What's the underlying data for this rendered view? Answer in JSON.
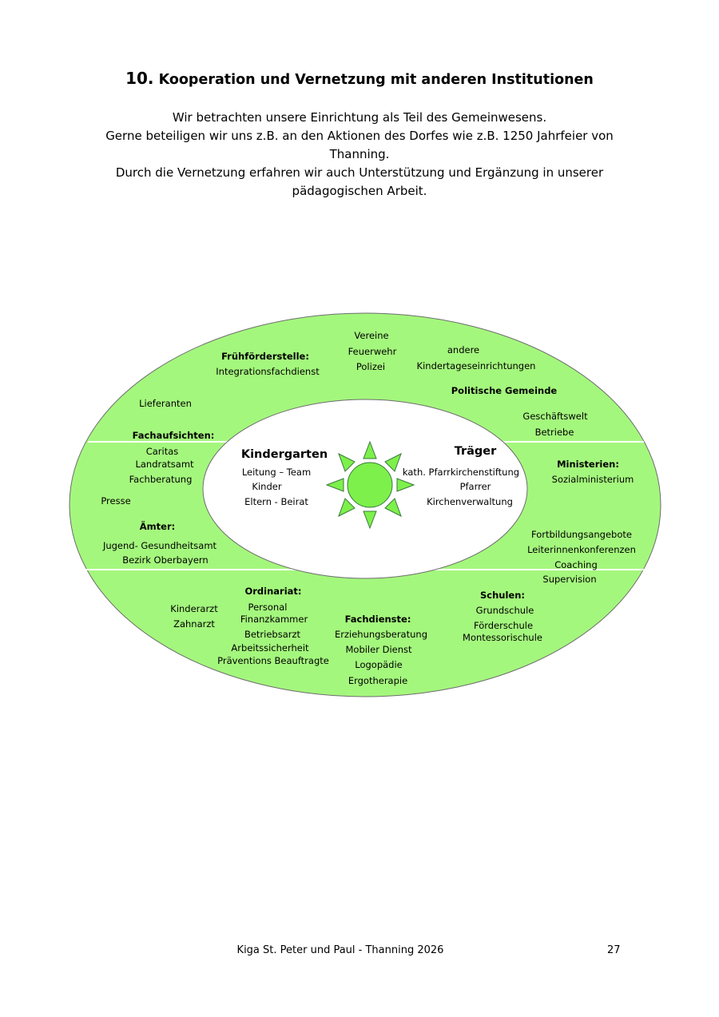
{
  "header": {
    "number": "10.",
    "title": "Kooperation und Vernetzung mit anderen Institutionen"
  },
  "intro": [
    "Wir betrachten unsere Einrichtung als Teil des Gemeinwesens.",
    "Gerne beteiligen wir uns z.B. an den Aktionen des Dorfes wie z.B. 1250 Jahrfeier von",
    "Thanning.",
    "Durch die Vernetzung erfahren wir auch Unterstützung und Ergänzung in unserer",
    "pädagogischen Arbeit."
  ],
  "colors": {
    "outer_ring": "#a4f77d",
    "sun": "#7df04c",
    "outline": "#6d6d6d"
  },
  "diagram": {
    "center": {
      "kindergarten": {
        "title": "Kindergarten",
        "items": [
          "Leitung – Team",
          "Kinder",
          "Eltern - Beirat"
        ]
      },
      "traeger": {
        "title": "Träger",
        "items": [
          "kath. Pfarrkirchenstiftung",
          "Pfarrer",
          "Kirchenverwaltung"
        ]
      },
      "sun_icon": "sun-icon"
    },
    "ring": {
      "vereine": [
        "Vereine",
        "Feuerwehr",
        "Polizei"
      ],
      "fruehfoerderstelle": {
        "head": "Frühförderstelle:",
        "items": [
          "Integrationsfachdienst"
        ]
      },
      "andere": [
        "andere",
        "Kindertageseinrichtungen"
      ],
      "politische_gemeinde": "Politische Gemeinde",
      "lieferanten": "Lieferanten",
      "geschaeftswelt": [
        "Geschäftswelt",
        "Betriebe"
      ],
      "fachaufsichten": {
        "head": "Fachaufsichten:",
        "items": [
          "Caritas",
          "Landratsamt",
          "Fachberatung"
        ]
      },
      "ministerien": {
        "head": "Ministerien:",
        "items": [
          "Sozialministerium"
        ]
      },
      "presse": "Presse",
      "aemter": {
        "head": "Ämter:",
        "items": [
          "Jugend- Gesundheitsamt",
          "Bezirk Oberbayern"
        ]
      },
      "fortbildung": [
        "Fortbildungsangebote",
        "Leiterinnenkonferenzen",
        "Coaching",
        "Supervision"
      ],
      "aerzte": [
        "Kinderarzt",
        "Zahnarzt"
      ],
      "ordinariat": {
        "head": "Ordinariat:",
        "items": [
          "Personal",
          "Finanzkammer",
          "Betriebsarzt",
          "Arbeitssicherheit",
          "Präventions Beauftragte"
        ]
      },
      "fachdienste": {
        "head": "Fachdienste:",
        "items": [
          "Erziehungsberatung",
          "Mobiler Dienst",
          "Logopädie",
          "Ergotherapie"
        ]
      },
      "schulen": {
        "head": "Schulen:",
        "items": [
          "Grundschule",
          "Förderschule",
          "Montessorischule"
        ]
      }
    }
  },
  "footer": {
    "text": "Kiga St. Peter und Paul - Thanning  2026",
    "page_number": "27"
  }
}
